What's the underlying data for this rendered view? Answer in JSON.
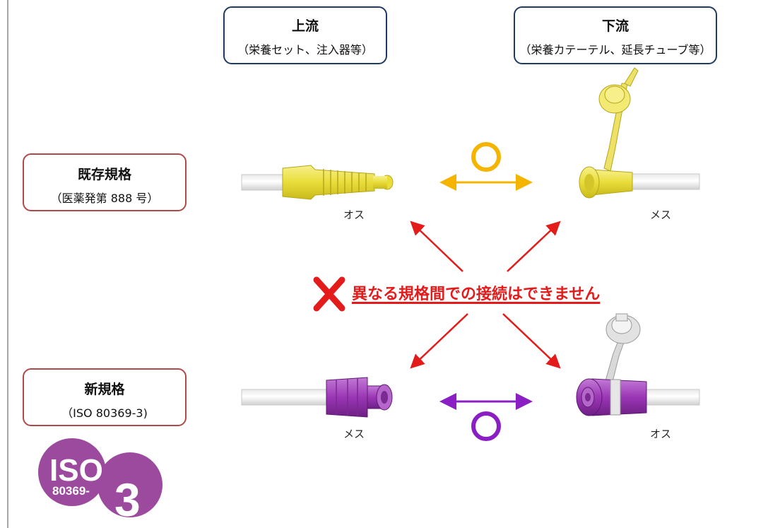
{
  "columns": {
    "upstream": {
      "title": "上流",
      "subtitle": "（栄養セット、注入器等）"
    },
    "downstream": {
      "title": "下流",
      "subtitle": "（栄養カテーテル、延長チューブ等）"
    }
  },
  "rows": {
    "existing": {
      "title": "既存規格",
      "subtitle": "（医薬発第 888 号）"
    },
    "new": {
      "title": "新規格",
      "subtitle": "（ISO 80369-3)"
    }
  },
  "connector_labels": {
    "existing_upstream": "オス",
    "existing_downstream": "メス",
    "new_upstream": "メス",
    "new_downstream": "オス"
  },
  "compatibility": {
    "existing_ok_mark": "○",
    "new_ok_mark": "○",
    "cross_ng_mark": "✕",
    "warning": "異なる規格間での接続はできません"
  },
  "logo": {
    "line1": "ISO",
    "line2": "80369-",
    "line3": "3"
  },
  "colors": {
    "existing": "#f2e64a",
    "existing_ok": "#f5b400",
    "new": "#9b36b5",
    "new_ok": "#8b1fc4",
    "warning": "#e31b1b",
    "logo": "#9c4a9e"
  }
}
